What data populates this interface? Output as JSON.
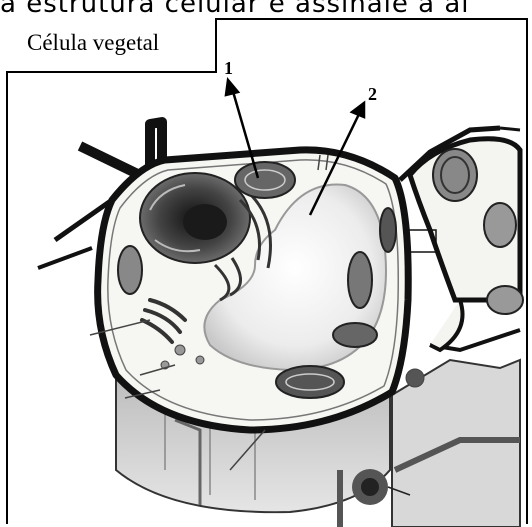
{
  "header_text": "a estrutura celular e assinale a al",
  "diagram": {
    "title": "Célula vegetal",
    "labels": [
      {
        "id": "1",
        "text": "1"
      },
      {
        "id": "2",
        "text": "2"
      }
    ]
  }
}
